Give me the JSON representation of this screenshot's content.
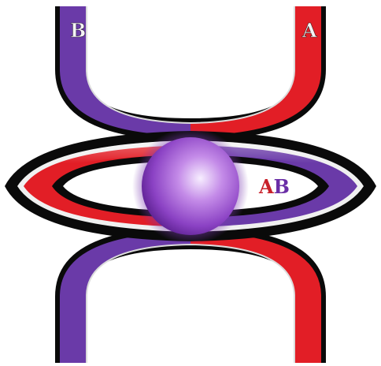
{
  "labels": {
    "b": "B",
    "a": "A",
    "ab_part1": "A",
    "ab_part2": "B"
  },
  "colors": {
    "purple": "#6a3aa8",
    "red": "#e21e26",
    "black": "#0a0a0a",
    "sphere_light": "#f3e8ff",
    "sphere_mid": "#a45fd6",
    "sphere_dark": "#5c1f91",
    "ab_a": "#c8202a",
    "ab_b": "#6a2ea6"
  }
}
